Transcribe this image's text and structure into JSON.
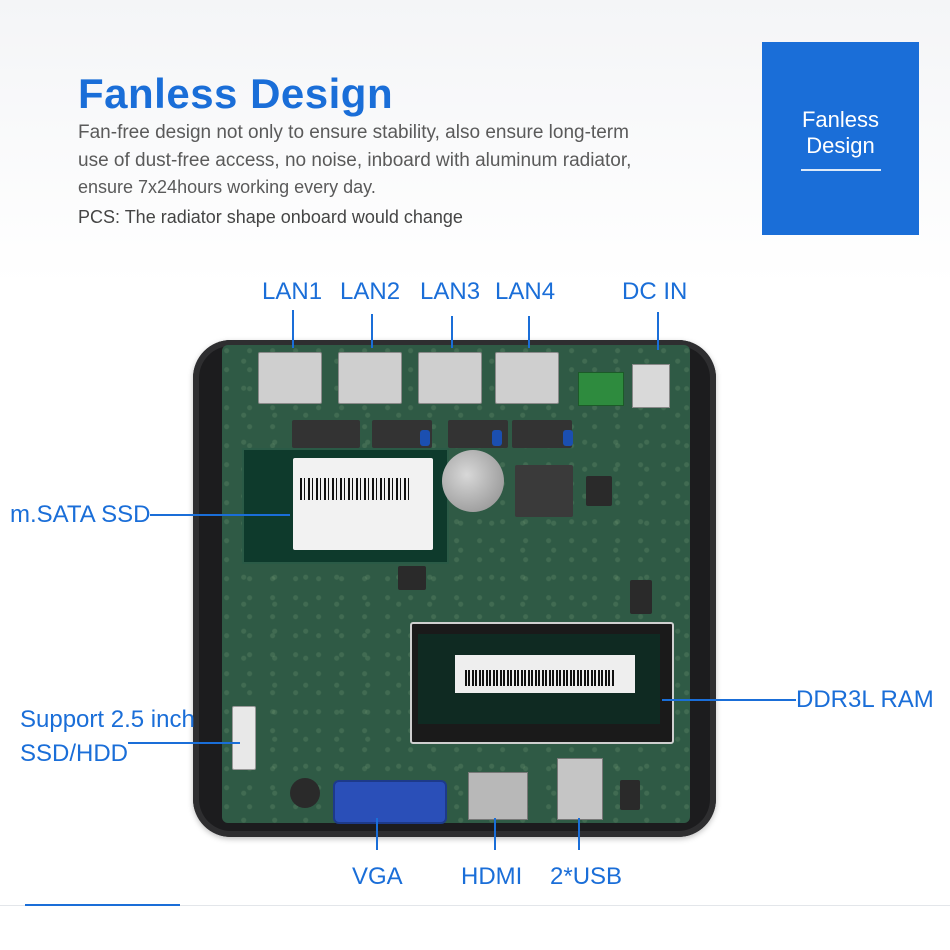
{
  "header": {
    "title": "Fanless Design",
    "lines": [
      "Fan-free design not only to ensure stability, also ensure long-term",
      "use of dust-free access, no noise, inboard with aluminum radiator,",
      "ensure 7x24hours working every day."
    ],
    "note": "PCS: The radiator shape onboard would change"
  },
  "badge": {
    "line1": "Fanless",
    "line2": "Design"
  },
  "labels": {
    "lan1": "LAN1",
    "lan2": "LAN2",
    "lan3": "LAN3",
    "lan4": "LAN4",
    "dc_in": "DC IN",
    "msata": "m.SATA SSD",
    "support_line1": "Support 2.5 inch",
    "support_line2": "SSD/HDD",
    "ram": "DDR3L RAM",
    "vga": "VGA",
    "hdmi": "HDMI",
    "usb": "2*USB"
  },
  "colors": {
    "accent": "#1a6ed8"
  }
}
